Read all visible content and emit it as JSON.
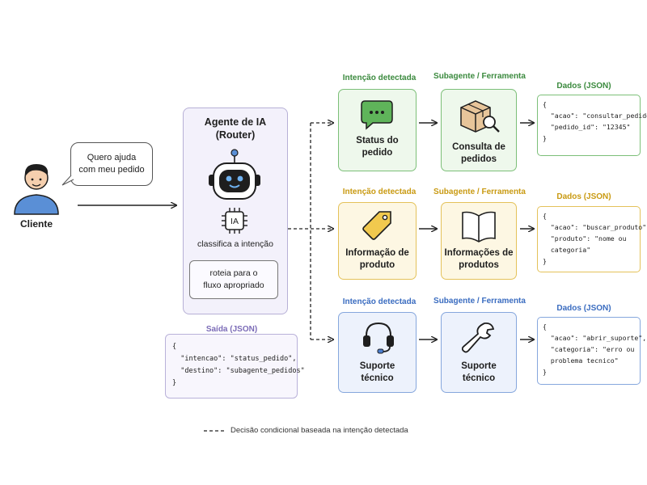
{
  "client": {
    "label": "Cliente",
    "bubble": "Quero ajuda\ncom meu pedido"
  },
  "router": {
    "title": "Agente de IA\n(Router)",
    "chip_label": "IA",
    "classify": "classifica a intenção",
    "route": "roteia para o\nfluxo apropriado"
  },
  "output": {
    "title": "Saída (JSON)",
    "json": "{\n  \"intencao\": \"status_pedido\",\n  \"destino\": \"subagente_pedidos\"\n}"
  },
  "rows": [
    {
      "intent_header": "Intenção detectada",
      "tool_header": "Subagente / Ferramenta",
      "data_header": "Dados (JSON)",
      "intent": "Status do\npedido",
      "tool": "Consulta de\npedidos",
      "json": "{\n  \"acao\": \"consultar_pedido\",\n  \"pedido_id\": \"12345\"\n}",
      "color": "#3b8a3e",
      "bg": "#eef8ec",
      "border": "#7cbf78"
    },
    {
      "intent_header": "Intenção detectada",
      "tool_header": "Subagente / Ferramenta",
      "data_header": "Dados (JSON)",
      "intent": "Informação de\nproduto",
      "tool": "Informações de\nprodutos",
      "json": "{\n  \"acao\": \"buscar_produto\",\n  \"produto\": \"nome ou\n  categoria\"\n}",
      "color": "#c99a12",
      "bg": "#fdf7e3",
      "border": "#e4c25a"
    },
    {
      "intent_header": "Intenção detectada",
      "tool_header": "Subagente / Ferramenta",
      "data_header": "Dados (JSON)",
      "intent": "Suporte\ntécnico",
      "tool": "Suporte\ntécnico",
      "json": "{\n  \"acao\": \"abrir_suporte\",\n  \"categoria\": \"erro ou\n  problema tecnico\"\n}",
      "color": "#3a6cc0",
      "bg": "#edf2fc",
      "border": "#86a7dd"
    }
  ],
  "legend": "Decisão condicional baseada na intenção detectada"
}
